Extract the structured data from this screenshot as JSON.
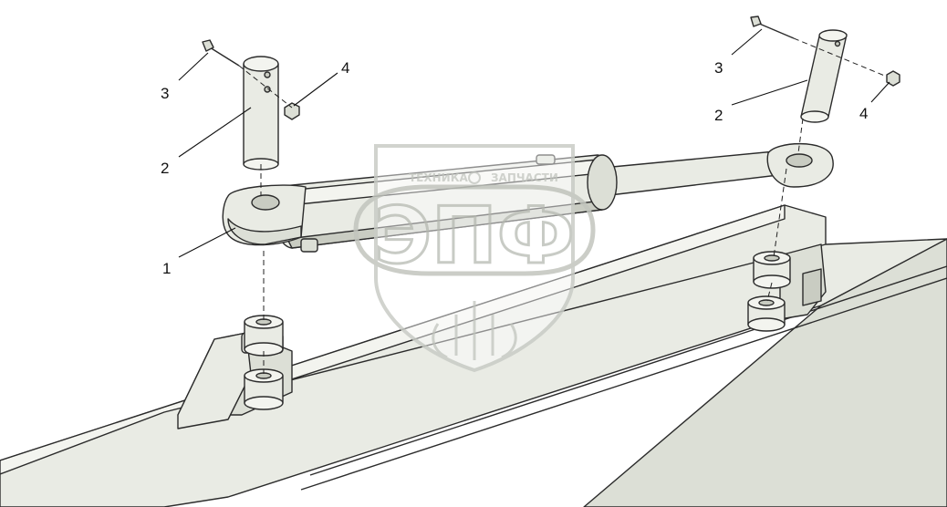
{
  "watermark": {
    "top_text_left": "ТЕХНИКА",
    "top_text_right": "ЗАПЧАСТИ",
    "big_text": "ЭПФ"
  },
  "callouts": [
    {
      "id": "left-3",
      "label": "3"
    },
    {
      "id": "left-4",
      "label": "4"
    },
    {
      "id": "left-2",
      "label": "2"
    },
    {
      "id": "left-1",
      "label": "1"
    },
    {
      "id": "right-3",
      "label": "3"
    },
    {
      "id": "right-2",
      "label": "2"
    },
    {
      "id": "right-4",
      "label": "4"
    }
  ],
  "colors": {
    "part_fill": "#e9ebe4",
    "part_shade": "#c9ccc2",
    "outline": "#2b2b2b",
    "watermark": "#bfc2bb"
  }
}
